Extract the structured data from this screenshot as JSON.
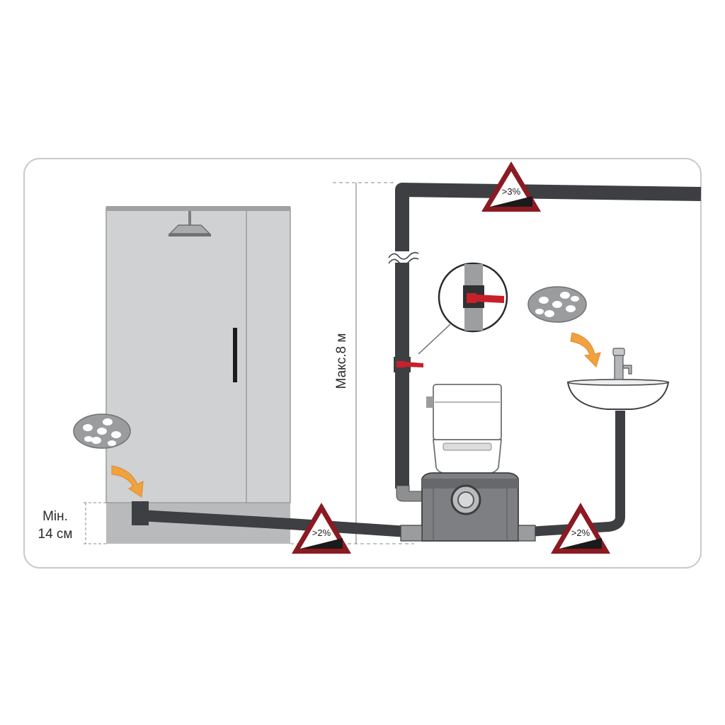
{
  "labels": {
    "max_height": "Макс.8 м",
    "min_line1": "Мін.",
    "min_line2": "14 см"
  },
  "slopes": {
    "top": ">3%",
    "shower": ">2%",
    "sink": ">2%"
  },
  "colors": {
    "pipe": "#3d3f42",
    "warning_border": "#8b1a22",
    "arrow": "#f0a140",
    "valve_handle": "#c8202a",
    "shower_fill": "#cfd1d3",
    "base_fill": "#b8babc"
  }
}
